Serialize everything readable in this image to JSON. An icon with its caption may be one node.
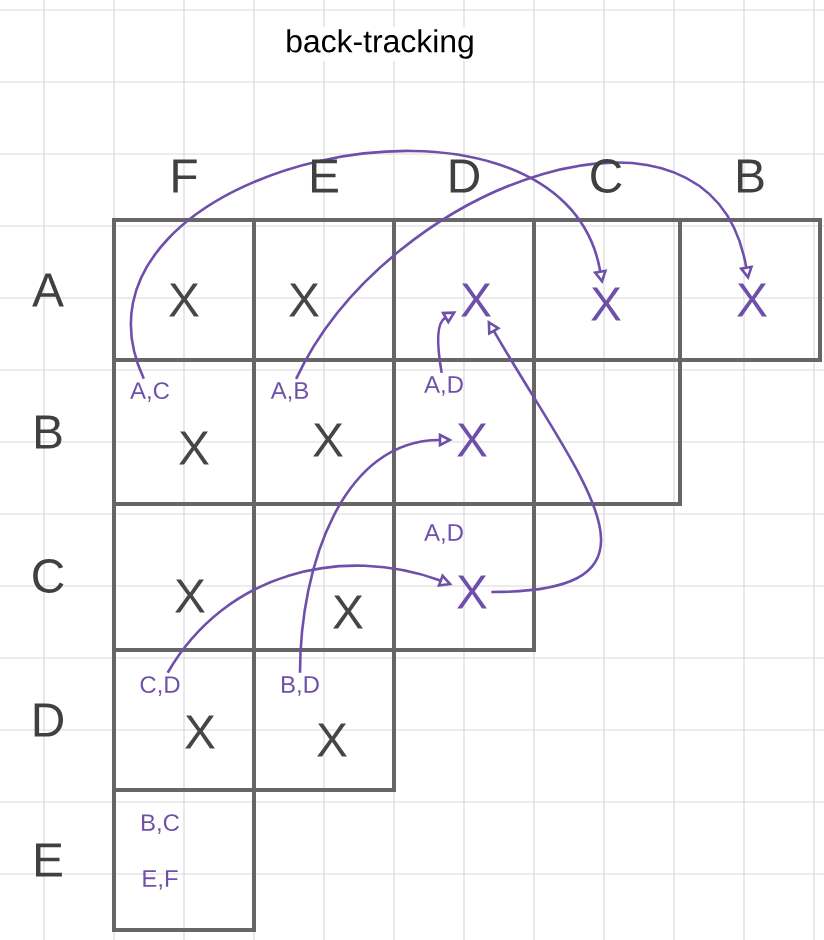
{
  "diagram": {
    "nodes": [
      {
        "text": [
          "X"
        ]
      },
      {
        "text": [
          "X"
        ]
      },
      {
        "text": [
          "X"
        ]
      },
      {
        "text": [
          "X"
        ]
      },
      {
        "text": [
          "X"
        ]
      },
      {
        "text": [
          "A,C"
        ]
      },
      {
        "text": [
          "X"
        ]
      },
      {
        "text": [
          "A,B"
        ]
      },
      {
        "text": [
          "X"
        ]
      },
      {
        "text": [
          "A,D"
        ]
      },
      {
        "text": [
          "X"
        ]
      },
      {
        "text": [
          "X"
        ]
      },
      {
        "text": [
          "X"
        ]
      },
      {
        "text": [
          "A,D"
        ]
      },
      {
        "text": [
          "X"
        ]
      },
      {
        "text": [
          "C,D"
        ]
      },
      {
        "text": [
          "X"
        ]
      },
      {
        "text": [
          "B,D"
        ]
      },
      {
        "text": [
          "X"
        ]
      },
      {
        "text": [
          "B,C"
        ]
      },
      {
        "text": [
          "E,F"
        ]
      }
    ],
    "edges": [
      {
        "from": 5,
        "to": 3,
        "arrow": "to",
        "label": "back-tracking"
      },
      {
        "from": 7,
        "to": 4,
        "arrow": "to"
      },
      {
        "from": 9,
        "to": 2,
        "arrow": "to"
      },
      {
        "from": 14,
        "to": 2,
        "arrow": "to"
      },
      {
        "from": 17,
        "to": 10,
        "arrow": "to"
      },
      {
        "from": 15,
        "to": 14,
        "arrow": "to"
      }
    ],
    "labels": [
      "F",
      "E",
      "D",
      "C",
      "B",
      "A",
      "B",
      "C",
      "D",
      "E"
    ]
  }
}
